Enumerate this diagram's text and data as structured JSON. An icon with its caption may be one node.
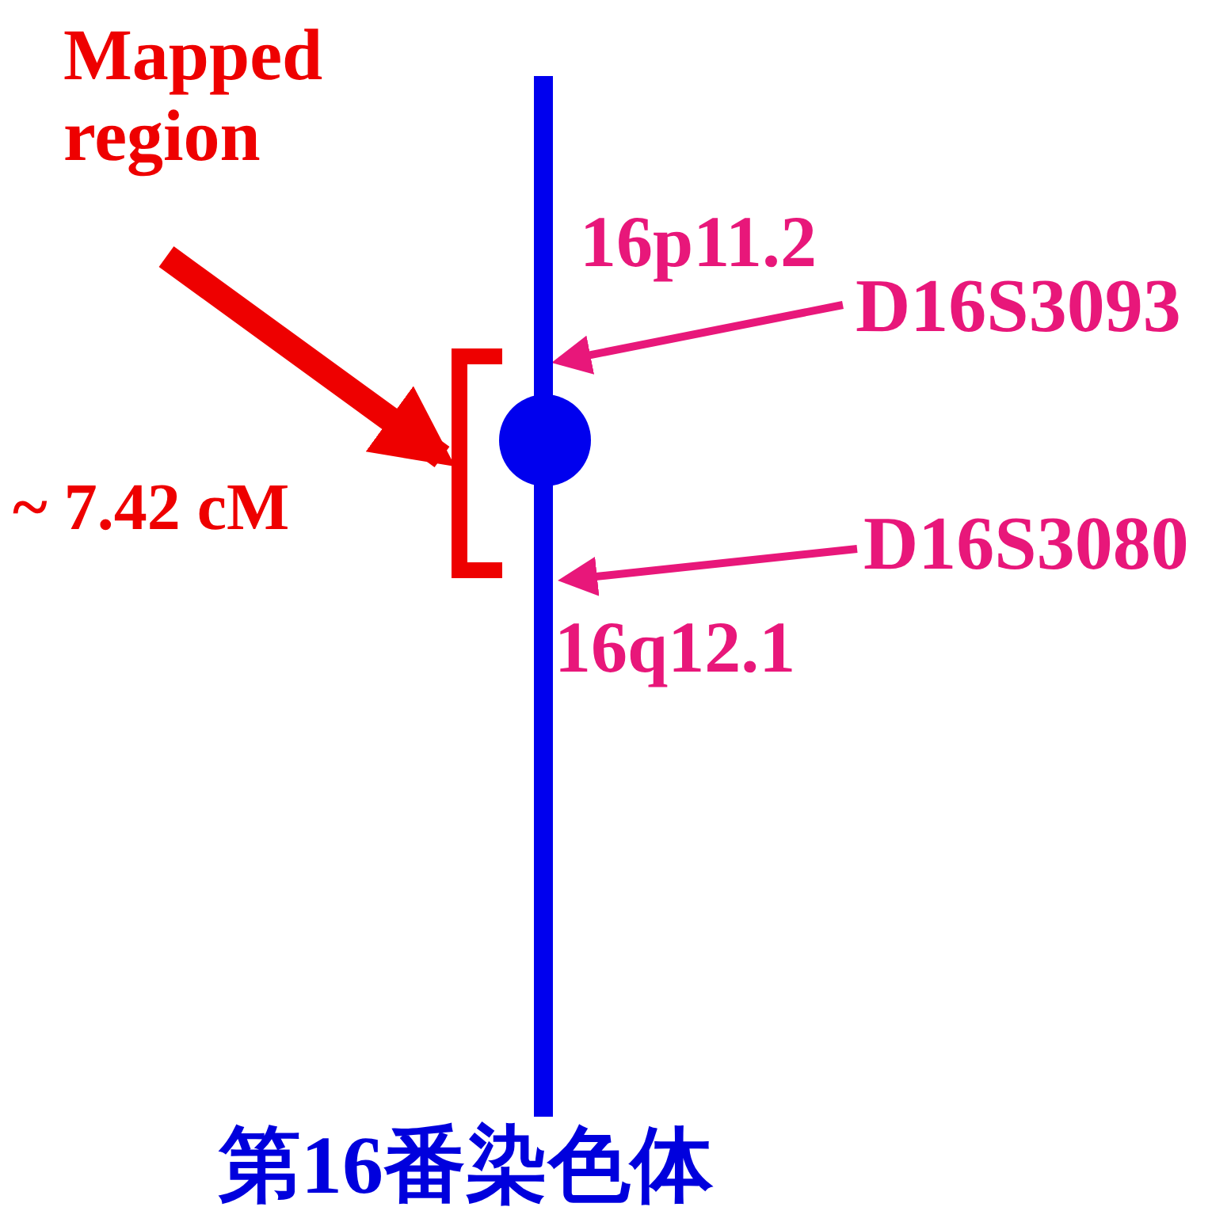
{
  "diagram": {
    "nodes": [
      {
        "text": [
          "Mapped region"
        ]
      },
      {
        "text": [],
        "shape": "bracket",
        "beside": [
          "~ 7.42 cM"
        ]
      },
      {
        "text": [],
        "shape": "bar",
        "beside": [
          "第16番染色体"
        ]
      },
      {
        "text": [
          "D16S3093"
        ]
      },
      {
        "text": [
          "D16S3080"
        ]
      }
    ],
    "edges": [
      {
        "from": 0,
        "to": 1,
        "arrow": "to",
        "style": "thick",
        "color": "#ee0000"
      },
      {
        "from": 3,
        "to": 2,
        "arrow": "to",
        "color": "#e8177a"
      },
      {
        "from": 4,
        "to": 2,
        "arrow": "to",
        "color": "#e8177a"
      }
    ],
    "labels": [
      "16p11.2",
      "16q12.1"
    ]
  }
}
